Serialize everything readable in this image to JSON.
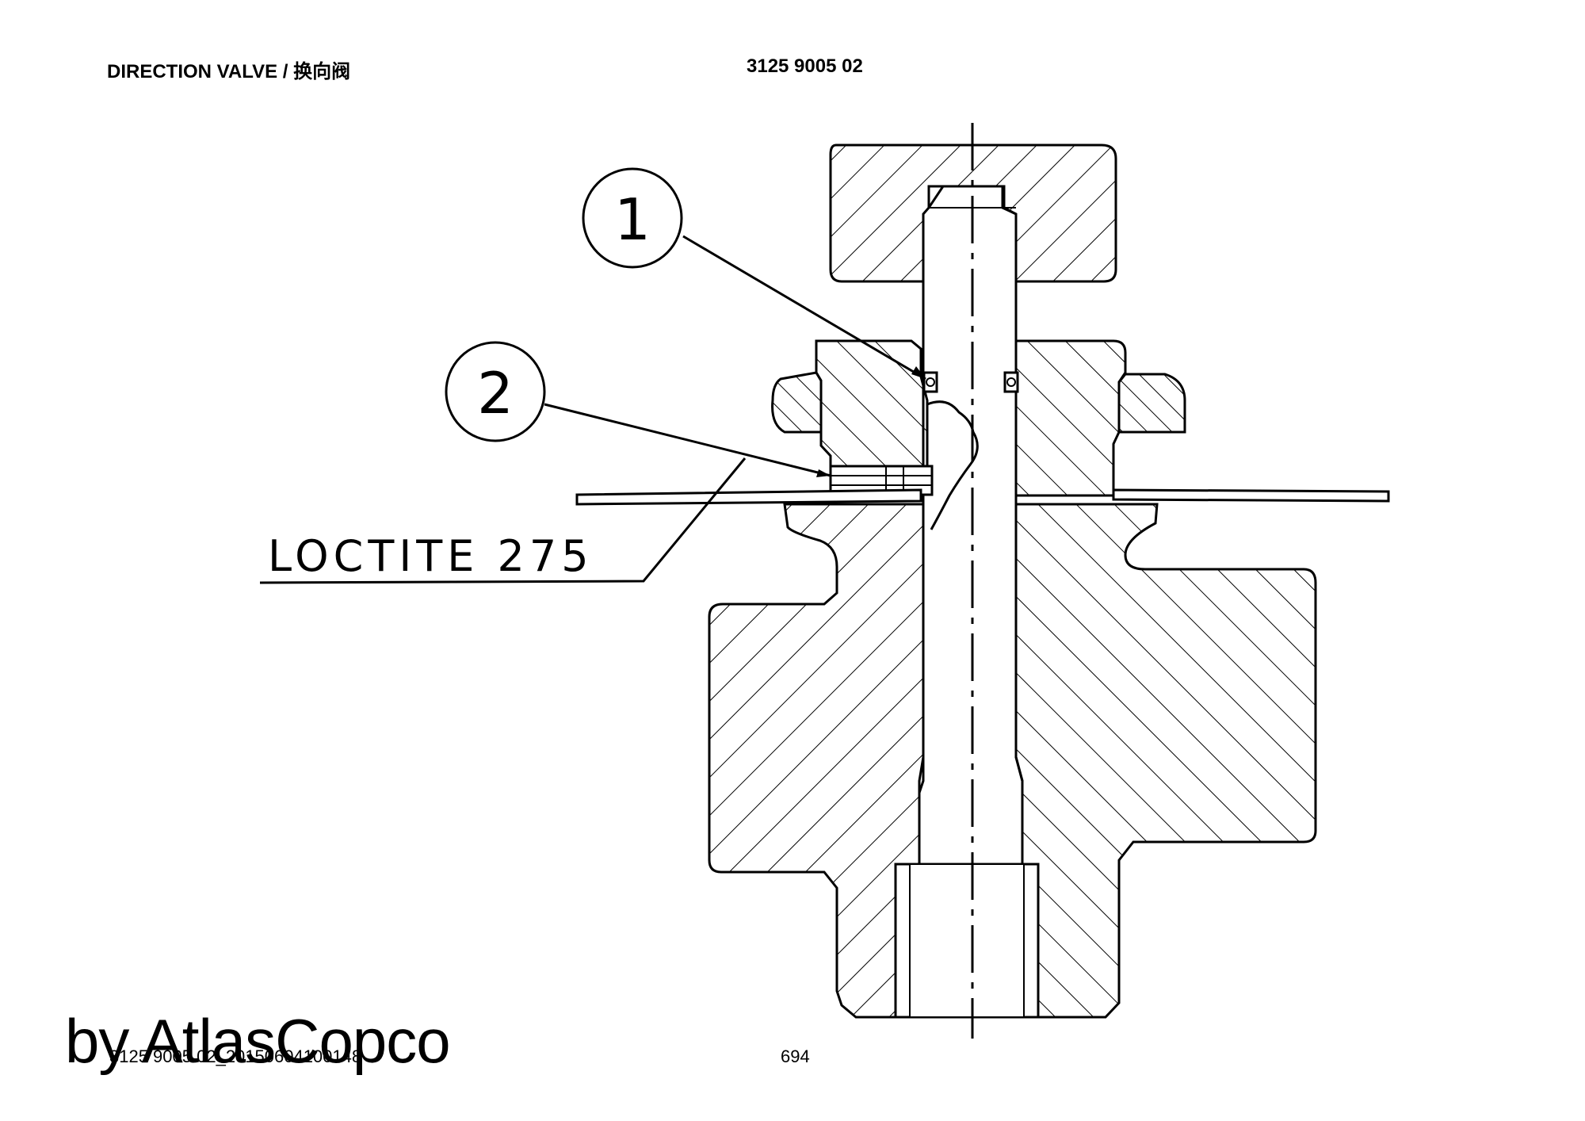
{
  "header": {
    "title": "DIRECTION VALVE / 换向阀",
    "part_number": "3125 9005 02"
  },
  "drawing": {
    "callouts": [
      "1",
      "2"
    ],
    "note": "LOCTITE 275"
  },
  "footer": {
    "code": "3125 9005 02_20150604100148",
    "page": "694",
    "watermark": "by AtlasCopco"
  }
}
